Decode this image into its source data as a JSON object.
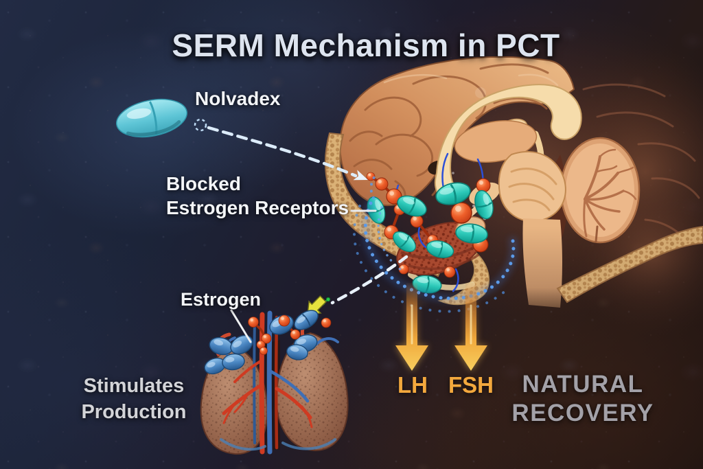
{
  "title": "SERM Mechanism in PCT",
  "annotations": {
    "pill_label": "Nolvadex",
    "blocked_receptors_line1": "Blocked",
    "blocked_receptors_line2": "Estrogen Receptors",
    "estrogen_label": "Estrogen",
    "stimulates_line1": "Stimulates",
    "stimulates_line2": "Production",
    "lh_label": "LH",
    "fsh_label": "FSH",
    "recovery_line1": "NATURAL",
    "recovery_line2": "RECOVERY"
  },
  "icons": {
    "nolvadex_pill": "teal-capsule",
    "pill_arrow": "white-dashed-arrow",
    "pituitary_arrow": "white-dashed-arrow",
    "estrogen_arrow": "yellow-arrowhead",
    "lh_arrow": "gold-down-arrow",
    "fsh_arrow": "gold-down-arrow",
    "receptor_halo": "blue-dotted-ring",
    "blocked_receptor": "teal-capsule-on-receptor",
    "estrogen_molecule": "red-sphere-cluster"
  },
  "colors": {
    "background_top_left": "#222b44",
    "background_bottom_right": "#241712",
    "title_text": "#dde4ef",
    "label_text": "#f3f5f8",
    "muted_text": "#d3d4d8",
    "recovery_text": "#a3a1a8",
    "hormone_text": "#f3a83d",
    "gold_arrow": "#f0a83c",
    "pill_teal": "#5ec5d6",
    "capsule_teal": "#2cc8b8",
    "estrogen_red": "#ee5f2a",
    "estrogen_blue": "#4a86c2",
    "brain_peach": "#eebc8a",
    "pituitary_red": "#a8492f",
    "halo_blue": "#5b9ae8",
    "dashed_arrow": "#dcecfa",
    "yellow_arrow": "#e6e23e"
  }
}
